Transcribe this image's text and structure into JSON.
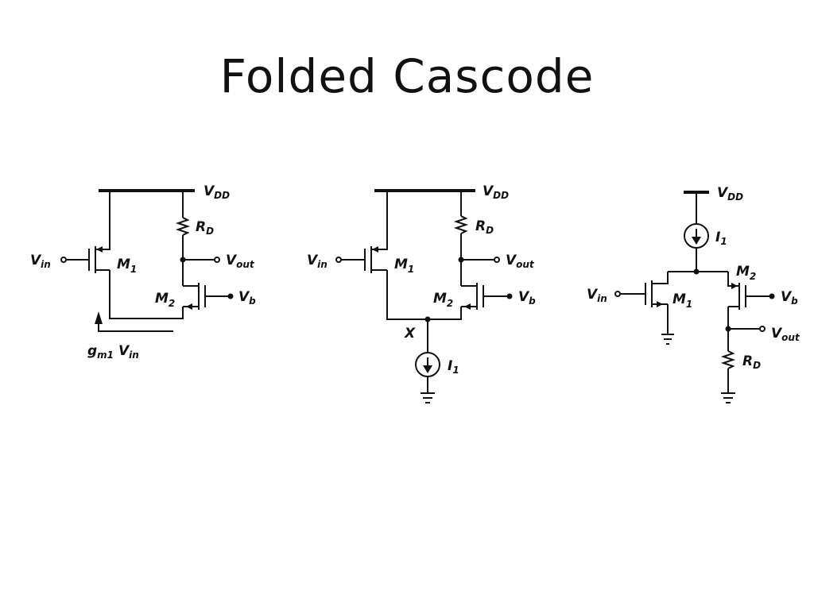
{
  "slide": {
    "title": "Folded Cascode"
  },
  "circuits": [
    {
      "name": "circuit-1",
      "vdd": "V",
      "vdd_sub": "DD",
      "rd": "R",
      "rd_sub": "D",
      "vin": "V",
      "vin_sub": "in",
      "m1": "M",
      "m1_sub": "1",
      "m2": "M",
      "m2_sub": "2",
      "vout": "V",
      "vout_sub": "out",
      "vb": "V",
      "vb_sub": "b",
      "current_label": "g",
      "current_sub": "m1",
      "current_label2": "V",
      "current_sub2": "in"
    },
    {
      "name": "circuit-2",
      "vdd": "V",
      "vdd_sub": "DD",
      "rd": "R",
      "rd_sub": "D",
      "vin": "V",
      "vin_sub": "in",
      "m1": "M",
      "m1_sub": "1",
      "m2": "M",
      "m2_sub": "2",
      "vout": "V",
      "vout_sub": "out",
      "vb": "V",
      "vb_sub": "b",
      "node_x": "X",
      "i1": "I",
      "i1_sub": "1"
    },
    {
      "name": "circuit-3",
      "vdd": "V",
      "vdd_sub": "DD",
      "i1": "I",
      "i1_sub": "1",
      "vin": "V",
      "vin_sub": "in",
      "m1": "M",
      "m1_sub": "1",
      "m2": "M",
      "m2_sub": "2",
      "vb": "V",
      "vb_sub": "b",
      "vout": "V",
      "vout_sub": "out",
      "rd": "R",
      "rd_sub": "D"
    }
  ]
}
